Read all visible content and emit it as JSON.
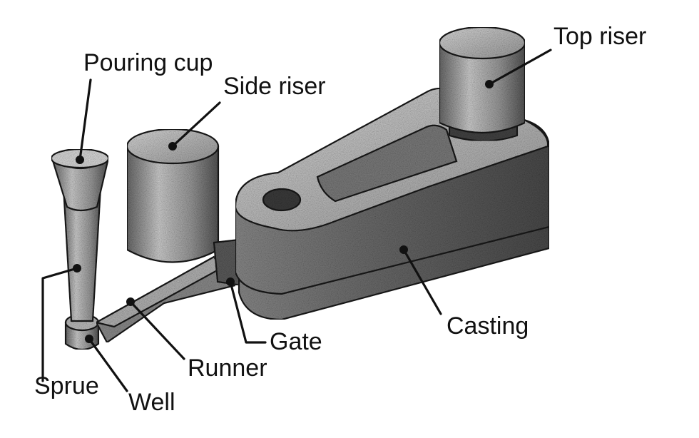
{
  "diagram": {
    "labels": {
      "pouring_cup": "Pouring cup",
      "side_riser": "Side riser",
      "top_riser": "Top riser",
      "sprue": "Sprue",
      "well": "Well",
      "runner": "Runner",
      "gate": "Gate",
      "casting": "Casting"
    }
  }
}
